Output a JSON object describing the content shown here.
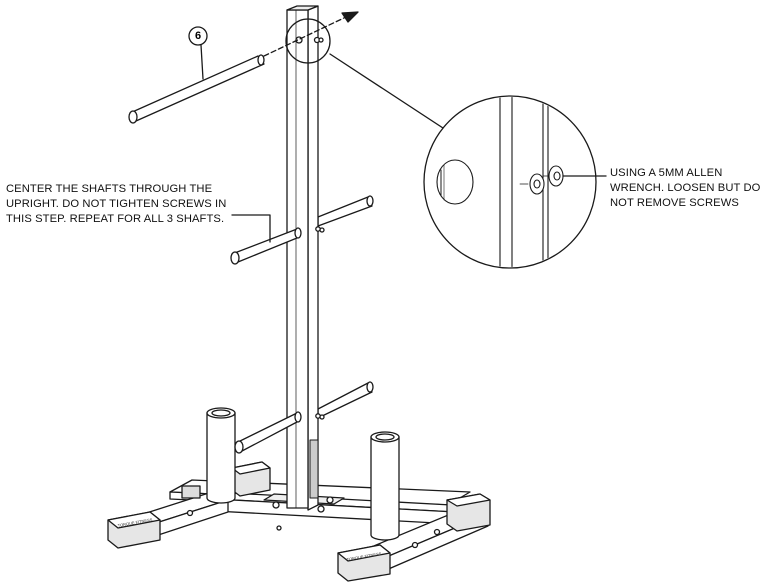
{
  "step_callout": "6",
  "note_left": {
    "lines": [
      "CENTER THE SHAFTS THROUGH THE",
      "UPRIGHT. DO NOT TIGHTEN SCREWS IN",
      "THIS STEP. REPEAT FOR ALL 3 SHAFTS."
    ]
  },
  "note_right": {
    "lines": [
      "USING A 5MM ALLEN",
      "WRENCH. LOOSEN BUT DO",
      "NOT REMOVE SCREWS"
    ]
  },
  "brand_label": "TORQUE FITNESS",
  "colors": {
    "line": "#1a1a1a",
    "fill": "#ffffff",
    "shade": "#c8c8c8",
    "dark": "#333333"
  }
}
